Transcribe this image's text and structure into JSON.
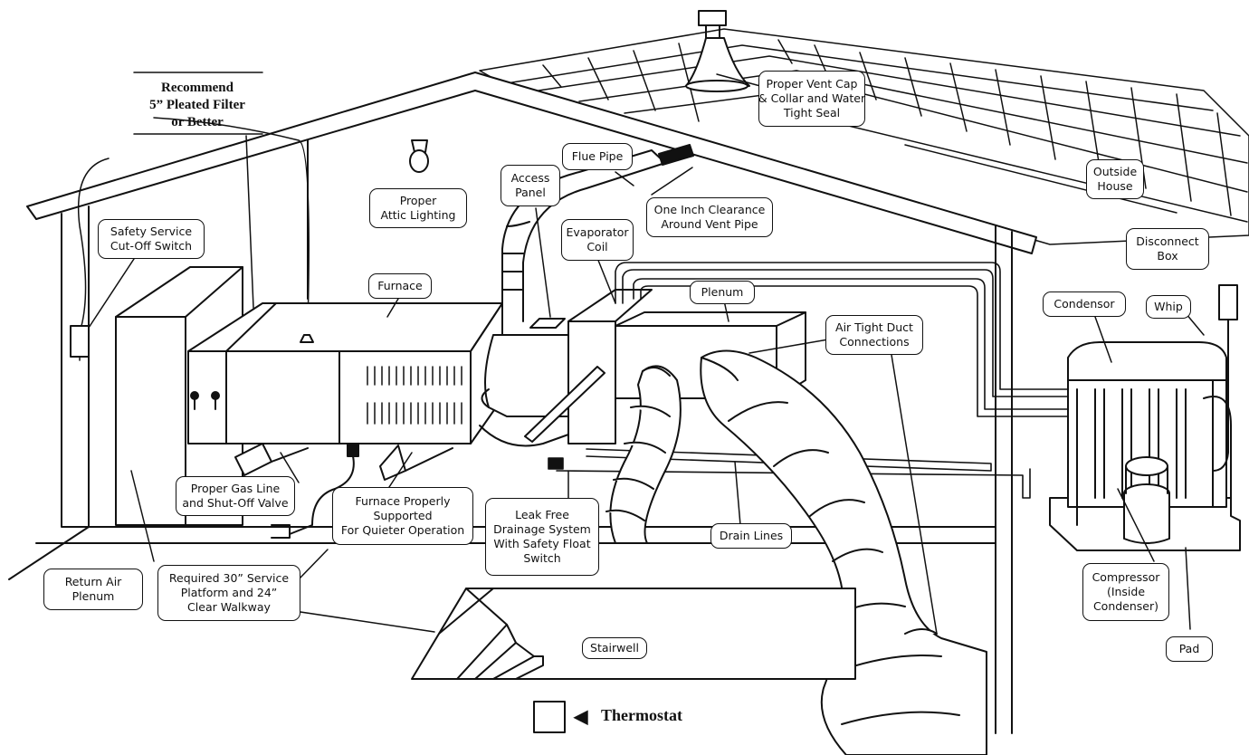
{
  "filter_note": [
    "Recommend",
    "5” Pleated Filter",
    "or Better"
  ],
  "labels": {
    "vent_cap": [
      "Proper Vent Cap",
      "& Collar and Water",
      "Tight Seal"
    ],
    "flue_pipe": [
      "Flue Pipe"
    ],
    "access_panel": [
      "Access",
      "Panel"
    ],
    "attic_lighting": [
      "Proper",
      "Attic Lighting"
    ],
    "clearance": [
      "One Inch Clearance",
      "Around Vent Pipe"
    ],
    "outside_house": [
      "Outside",
      "House"
    ],
    "safety_switch": [
      "Safety Service",
      "Cut-Off Switch"
    ],
    "evaporator_coil": [
      "Evaporator",
      "Coil"
    ],
    "disconnect_box": [
      "Disconnect",
      "Box"
    ],
    "furnace": [
      "Furnace"
    ],
    "plenum": [
      "Plenum"
    ],
    "condensor": [
      "Condensor"
    ],
    "whip": [
      "Whip"
    ],
    "air_tight": [
      "Air Tight Duct",
      "Connections"
    ],
    "gas_line": [
      "Proper Gas Line",
      "and Shut-Off Valve"
    ],
    "furnace_supported": [
      "Furnace Properly",
      "Supported",
      "For Quieter Operation"
    ],
    "drainage": [
      "Leak Free",
      "Drainage System",
      "With Safety Float",
      "Switch"
    ],
    "drain_lines": [
      "Drain Lines"
    ],
    "return_air": [
      "Return Air",
      "Plenum"
    ],
    "service_platform": [
      "Required 30” Service",
      "Platform and 24”",
      "Clear Walkway"
    ],
    "compressor": [
      "Compressor",
      "(Inside",
      "Condenser)"
    ],
    "stairwell": [
      "Stairwell"
    ],
    "pad": [
      "Pad"
    ]
  },
  "thermostat": {
    "arrow": "◀",
    "label": "Thermostat"
  }
}
